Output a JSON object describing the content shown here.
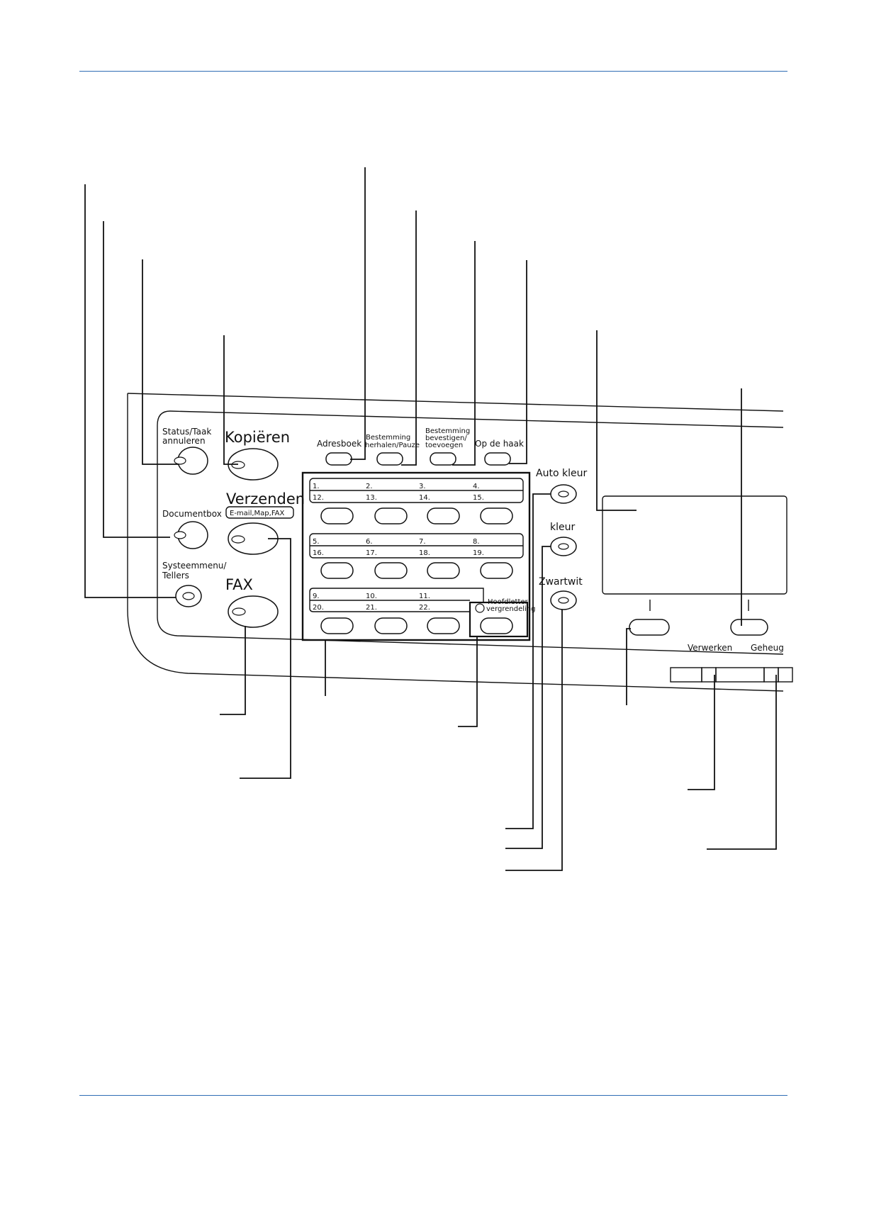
{
  "panel": {
    "left_buttons": {
      "status_cancel": [
        "Status/Taak",
        "annuleren"
      ],
      "documentbox": "Documentbox",
      "system_menu": [
        "Systeemmenu/",
        "Tellers"
      ]
    },
    "mode_buttons": {
      "copy": "Kopiëren",
      "send": "Verzenden",
      "send_sub": "E-mail,Map,FAX",
      "fax": "FAX"
    },
    "top_keys": {
      "address_book": "Adresboek",
      "redial_pause": [
        "Bestemming",
        "herhalen/Pauze"
      ],
      "confirm_add": [
        "Bestemming",
        "bevestigen/",
        "toevoegen"
      ],
      "on_hook": "Op de haak"
    },
    "one_touch_rows": [
      [
        "1.",
        "2.",
        "3.",
        "4."
      ],
      [
        "12.",
        "13.",
        "14.",
        "15."
      ],
      [
        "5.",
        "6.",
        "7.",
        "8."
      ],
      [
        "16.",
        "17.",
        "18.",
        "19."
      ],
      [
        "9.",
        "10.",
        "11."
      ],
      [
        "20.",
        "21.",
        "22."
      ]
    ],
    "caps_lock": [
      "Hoofdletter",
      "vergrendeling"
    ],
    "color_keys": {
      "auto_color": "Auto kleur",
      "color": "kleur",
      "black_white": "Zwartwit"
    },
    "bottom_labels": {
      "processing": "Verwerken",
      "memory": "Geheug"
    }
  },
  "colors": {
    "rule": "#2f6db5",
    "line": "#111111"
  }
}
